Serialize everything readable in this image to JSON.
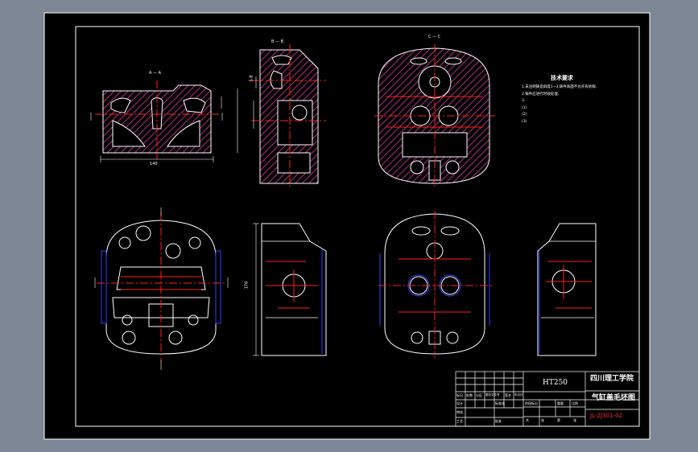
{
  "drawing": {
    "material": "HT250",
    "school": "四川理工学院",
    "title": "气缸盖毛坯图",
    "drawing_no": "JL-ZJ301-02",
    "tech_req": {
      "heading": "技术要求",
      "lines": [
        "1.未注明铸造斜度1~3,铸件表面不允许有砂眼、",
        "2.铸件应进行时效处理,",
        "3.",
        "(1)",
        "(2)",
        "(3)"
      ]
    },
    "section_labels": {
      "a_a": "A — A",
      "b_b": "B — B",
      "c_c": "C — C"
    },
    "dims": {
      "d1": "5.8",
      "d2": "140",
      "d3": "176"
    }
  },
  "title_block": {
    "labels": [
      "标记",
      "处数",
      "分区",
      "更改文件号",
      "签名",
      "年月日",
      "设计",
      "标准化",
      "审核",
      "工艺",
      "批准",
      "阶段标记",
      "重量",
      "比例",
      "共",
      "张",
      "第",
      "张"
    ]
  },
  "colors": {
    "background": "#7c8694",
    "sheet": "#000000",
    "outline": "#ffffff",
    "centerline": "#ff2020",
    "hatch": "#b03080",
    "hidden": "#3040ff"
  }
}
